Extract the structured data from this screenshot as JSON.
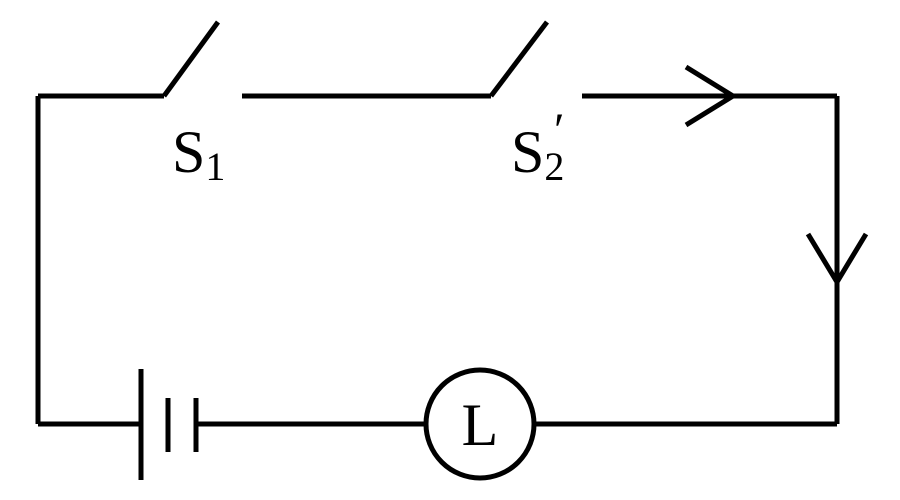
{
  "diagram": {
    "stroke_color": "#000000",
    "background_color": "#ffffff",
    "labels": {
      "switch1_letter": "S",
      "switch1_subscript": "1",
      "switch2_letter": "S",
      "switch2_subscript": "2",
      "switch2_prime": "′",
      "lamp": "L"
    },
    "components": [
      {
        "kind": "switch-open",
        "name": "S1"
      },
      {
        "kind": "switch-open",
        "name": "S2′"
      },
      {
        "kind": "battery"
      },
      {
        "kind": "lamp",
        "name": "L"
      }
    ],
    "current_arrows": [
      {
        "location": "top-wire",
        "direction": "right"
      },
      {
        "location": "right-wire",
        "direction": "down"
      }
    ]
  }
}
